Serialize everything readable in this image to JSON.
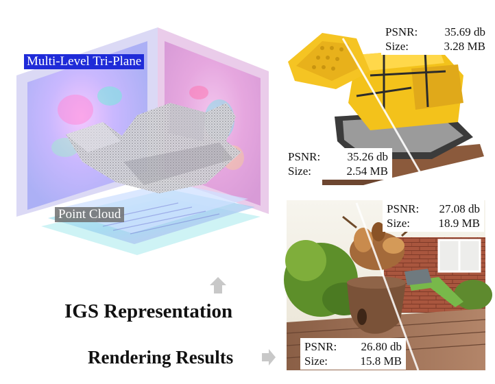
{
  "representation": {
    "tri_plane_label": "Multi-Level Tri-Plane",
    "point_cloud_label": "Point Cloud",
    "title": "IGS Representation"
  },
  "rendering": {
    "title": "Rendering Results",
    "lego": {
      "top_right": {
        "psnr_label": "PSNR:",
        "psnr": "35.69 db",
        "size_label": "Size:",
        "size": "3.28 MB"
      },
      "bottom_left": {
        "psnr_label": "PSNR:",
        "psnr": "35.26 db",
        "size_label": "Size:",
        "size": "2.54 MB"
      }
    },
    "garden": {
      "top_right": {
        "psnr_label": "PSNR:",
        "psnr": "27.08 db",
        "size_label": "Size:",
        "size": "18.9 MB"
      },
      "bottom_left": {
        "psnr_label": "PSNR:",
        "psnr": "26.80 db",
        "size_label": "Size:",
        "size": "15.8 MB"
      }
    }
  },
  "colors": {
    "tri_plane_label_bg": "#1f2bd8",
    "arrow": "#c8c8c8"
  }
}
